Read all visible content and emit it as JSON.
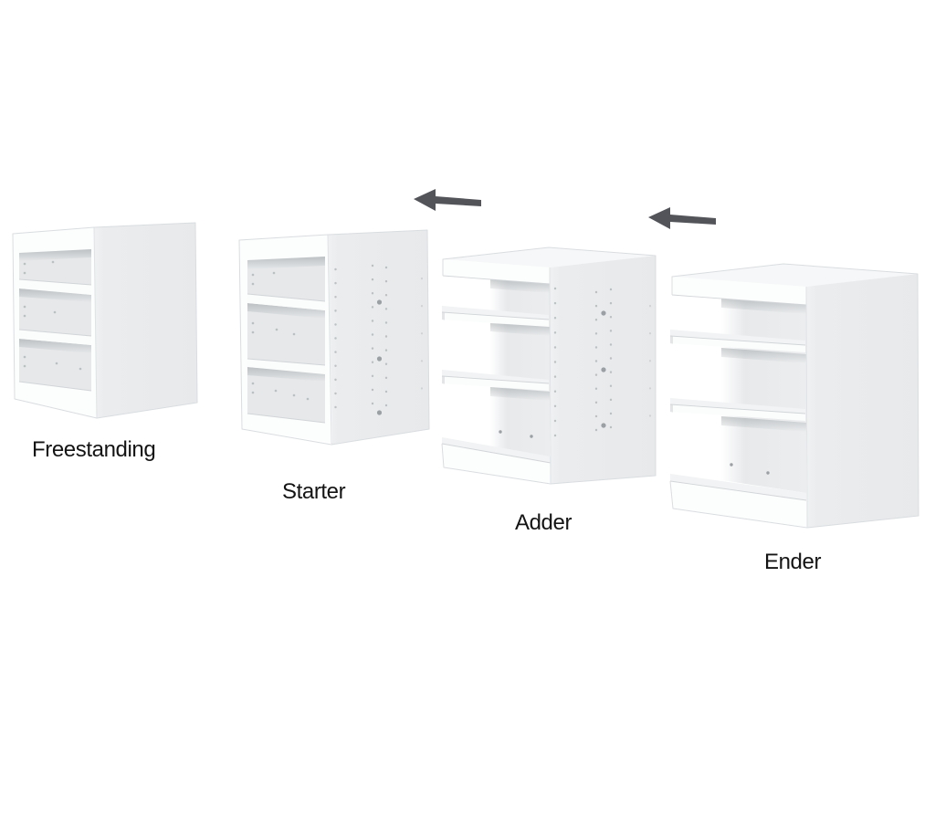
{
  "figure": {
    "description": "Four shelving unit illustrations arranged left to right",
    "units": [
      {
        "id": "freestanding",
        "label": "Freestanding"
      },
      {
        "id": "starter",
        "label": "Starter"
      },
      {
        "id": "adder",
        "label": "Adder"
      },
      {
        "id": "ender",
        "label": "Ender"
      }
    ],
    "arrows": [
      {
        "id": "arrow-starter-adder",
        "direction": "left"
      },
      {
        "id": "arrow-adder-ender",
        "direction": "left"
      }
    ]
  },
  "colors": {
    "background": "#ffffff",
    "cabinet_face": "#fcfdfd",
    "cabinet_side": "#eaecee",
    "cabinet_top": "#f6f7f8",
    "interior": "#e6e8ea",
    "arrow": "#53545a",
    "label_text": "#141414",
    "hole_dot": "#b4b8bb"
  }
}
